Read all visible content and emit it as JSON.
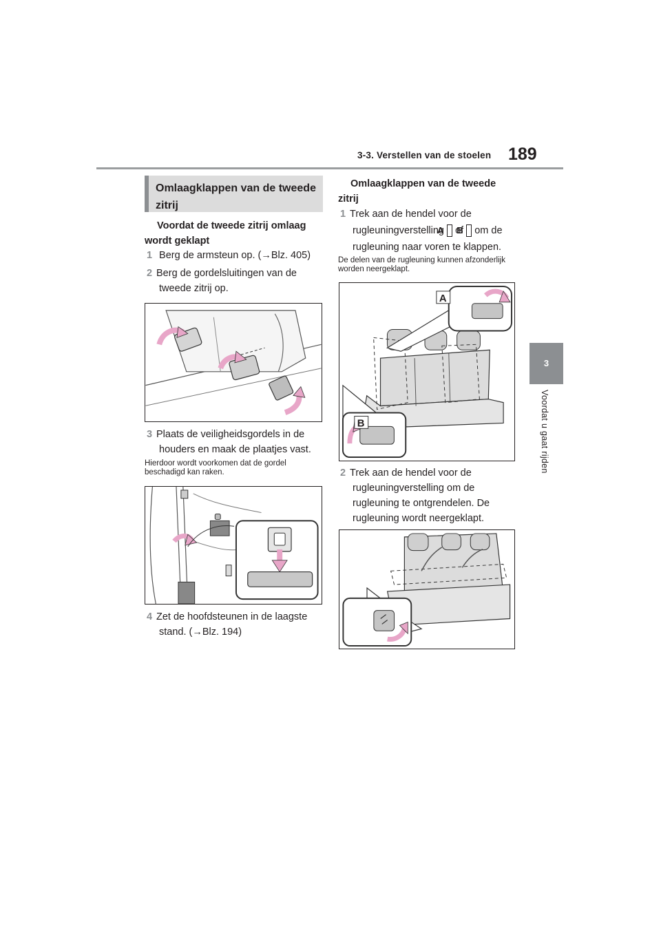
{
  "header": {
    "section": "3-3. Verstellen van de stoelen",
    "page_number": "189"
  },
  "side_tab": {
    "chapter_number": "3",
    "chapter_title": "Voordat u gaat rijden"
  },
  "left": {
    "heading": "Omlaagklappen van de tweede zitrij",
    "subheading": "Voordat de tweede zitrij omlaag wordt geklapt",
    "steps": [
      {
        "num": "1",
        "text": "Berg de armsteun op. (→Blz. 405)"
      },
      {
        "num": "2",
        "text": "Berg de gordelsluitingen van de tweede zitrij op."
      },
      {
        "num": "3",
        "text": "Plaats de veiligheidsgordels in de houders en maak de plaatjes vast."
      },
      {
        "num": "4",
        "text": "Zet de hoofdsteunen in de laagste stand. (→Blz. 194)"
      }
    ],
    "note": "Hierdoor wordt voorkomen dat de gordel beschadigd kan raken."
  },
  "right": {
    "subheading": "Omlaagklappen van de tweede zitrij",
    "step1": {
      "num": "1",
      "before": "Trek aan de hendel voor de rugleuningverstelling",
      "label_a": "A",
      "middle": "of",
      "label_b": "B",
      "after": "om de rugleuning naar voren te klappen."
    },
    "note": "De delen van de rugleuning kunnen afzonderlijk worden neergeklapt.",
    "step2": {
      "num": "2",
      "text": "Trek aan de hendel voor de rugleuningverstelling om de rugleuning te ontgrendelen. De rugleuning wordt neergeklapt."
    }
  },
  "figures": {
    "callout_a": "A",
    "callout_b": "B"
  },
  "colors": {
    "accent_gray": "#8c8f92",
    "heading_bg": "#dcdcdc",
    "arrow_pink": "#e8a6c8"
  }
}
